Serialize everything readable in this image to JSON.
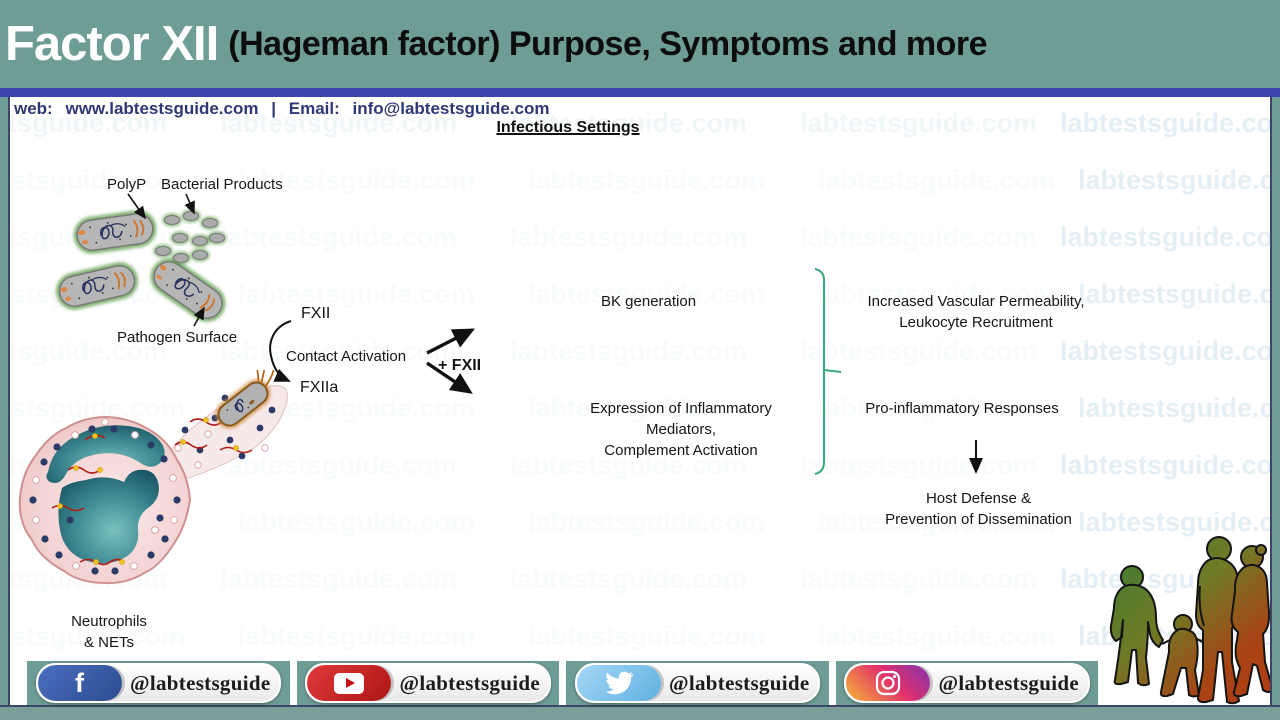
{
  "header": {
    "title_main": "Factor XII",
    "title_rest": "(Hageman factor) Purpose, Symptoms and more"
  },
  "contact": {
    "web_label": "web:",
    "web_value": "www.labtestsguide.com",
    "divider": "|",
    "email_label": "Email:",
    "email_value": "info@labtestsguide.com"
  },
  "watermark": {
    "text": "labtestsguide.com"
  },
  "diagram": {
    "section_title": "Infectious Settings",
    "labels": {
      "polyp": "PolyP",
      "bacterial_products": "Bacterial Products",
      "pathogen_surface": "Pathogen Surface",
      "fxii": "FXII",
      "contact_activation": "Contact Activation",
      "fxiia": "FXIIa",
      "plus_fxii": "+ FXII",
      "bk_generation": "BK generation",
      "expression_line1": "Expression of Inflammatory Mediators,",
      "expression_line2": "Complement Activation",
      "increased_line1": "Increased Vascular Permeability,",
      "increased_line2": "Leukocyte Recruitment",
      "pro_inflammatory": "Pro-inflammatory Responses",
      "host_defense_line1": "Host Defense &",
      "host_defense_line2": "Prevention of Dissemination",
      "neutrophils_line1": "Neutrophils",
      "neutrophils_line2": "& NETs"
    }
  },
  "social": {
    "handle": "@labtestsguide",
    "platforms": [
      "facebook",
      "youtube",
      "twitter",
      "instagram"
    ]
  },
  "colors": {
    "header_teal": "#6E9D96",
    "bar_blue": "#3A45AE",
    "contact_navy": "#2F3876",
    "bracket_green": "#38A878",
    "watermark_blue": "#CFE3ED"
  }
}
